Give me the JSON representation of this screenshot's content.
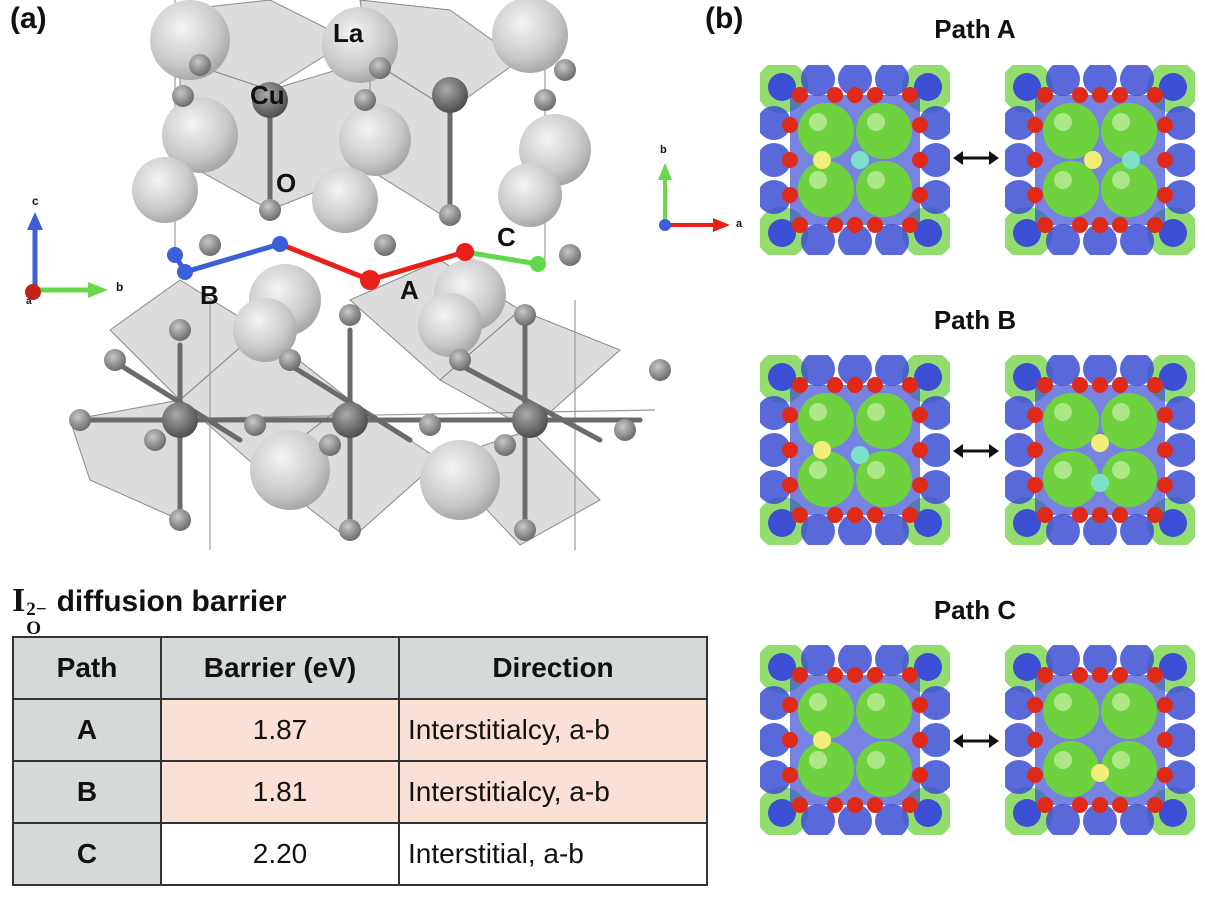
{
  "panel_a_label": "(a)",
  "panel_b_label": "(b)",
  "atom_labels": {
    "la": "La",
    "cu": "Cu",
    "o": "O"
  },
  "axes_a": {
    "vertical": "c",
    "horizontal": "b",
    "out": "a"
  },
  "axes_b": {
    "vertical": "b",
    "horizontal": "a"
  },
  "path_markers": {
    "a": "A",
    "b": "B",
    "c": "C"
  },
  "path_colors": {
    "a": "#e8201a",
    "b": "#3a5fd8",
    "c": "#5fd84a"
  },
  "species_colors": {
    "la": "#6ed23e",
    "cu": "#3c4fd4",
    "o": "#e02a18",
    "interstitial": "#f2ee7a",
    "moving": "#7de0c8"
  },
  "path_titles": {
    "a": "Path A",
    "b": "Path B",
    "c": "Path C"
  },
  "table_title": {
    "symbol": "I",
    "sup": "2−",
    "sub": "O",
    "rest": "diffusion barrier"
  },
  "table": {
    "headers": [
      "Path",
      "Barrier (eV)",
      "Direction"
    ],
    "rows": [
      {
        "path": "A",
        "barrier": "1.87",
        "direction": "Interstitialcy, a-b",
        "highlight": true
      },
      {
        "path": "B",
        "barrier": "1.81",
        "direction": "Interstitialcy, a-b",
        "highlight": true
      },
      {
        "path": "C",
        "barrier": "2.20",
        "direction": "Interstitial, a-b",
        "highlight": false
      }
    ]
  }
}
